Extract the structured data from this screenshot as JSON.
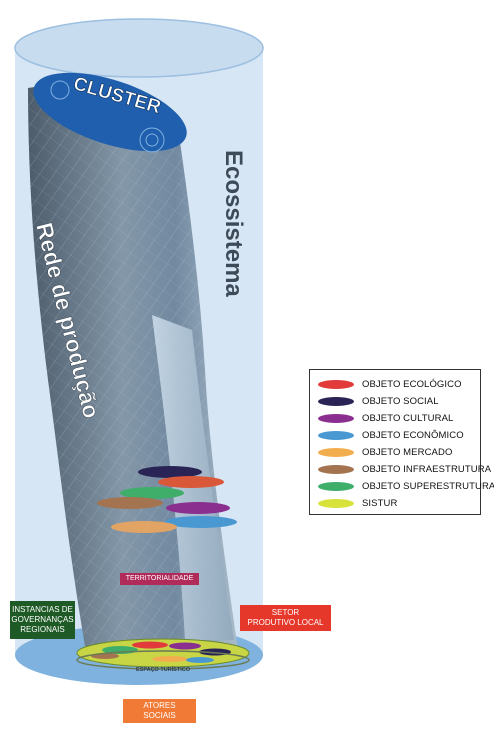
{
  "labels": {
    "cluster": "CLUSTER",
    "ecossistema": "Ecossistema",
    "rede": "Rede de produção",
    "territorialidade": "TERRITORIALIDADE",
    "espaco": "ESPAÇO TURÍSTICO",
    "governancas": "INSTANCIAS DE\nGOVERNANÇAS\nREGIONAIS",
    "setor": "SETOR\nPRODUTIVO LOCAL",
    "atores": "ATORES\nSOCIAIS"
  },
  "legend": [
    {
      "label": "OBJETO ECOLÓGICO",
      "color": "#e23a3a"
    },
    {
      "label": "OBJETO SOCIAL",
      "color": "#2a2456"
    },
    {
      "label": "OBJETO CULTURAL",
      "color": "#8a2f8f"
    },
    {
      "label": "OBJETO ECONÔMICO",
      "color": "#4a98d2"
    },
    {
      "label": "OBJETO MERCADO",
      "color": "#f2ae4e"
    },
    {
      "label": "OBJETO INFRAESTRUTURA",
      "color": "#a47451"
    },
    {
      "label": "OBJETO SUPERESTRUTURA",
      "color": "#3fae6a"
    },
    {
      "label": "SISTUR",
      "color": "#d9e23a"
    }
  ],
  "colors": {
    "cylinder": "#d7e6f4",
    "cylinder_top": "#c7dcef",
    "tower": "#6b7e90",
    "cluster_disc": "#1f5fae"
  }
}
